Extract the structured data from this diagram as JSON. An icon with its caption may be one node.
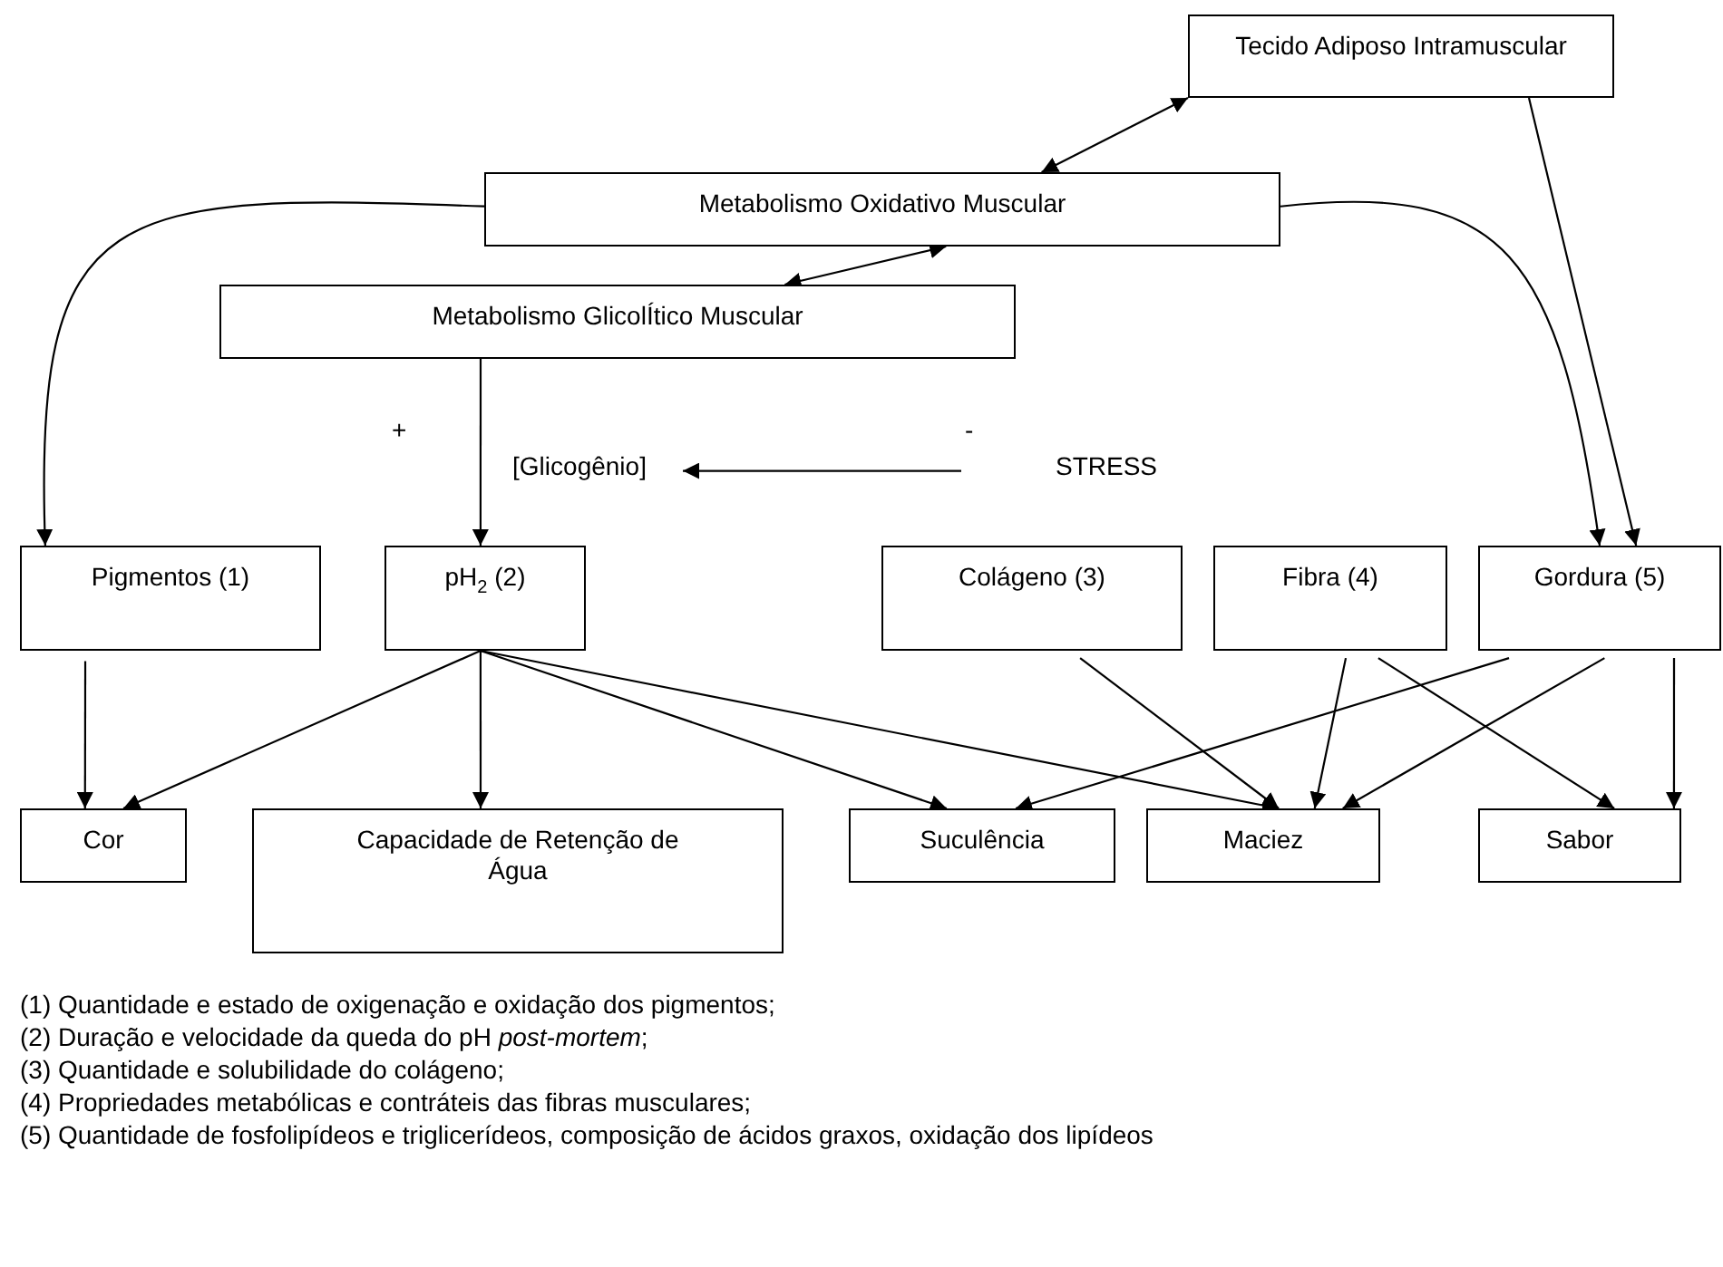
{
  "diagram": {
    "nodes": [
      {
        "text": [
          "Tecido Adiposo Intramuscular"
        ]
      },
      {
        "text": [
          "Metabolismo Oxidativo Muscular"
        ]
      },
      {
        "text": [
          "Metabolismo GlicolÍtico Muscular"
        ]
      },
      {
        "text": [
          "[Glicogênio]"
        ]
      },
      {
        "text": [
          "STRESS"
        ]
      },
      {
        "text": [
          "Pigmentos (1)"
        ]
      },
      {
        "text": [
          "pH$_{2}$ (2)"
        ]
      },
      {
        "text": [
          "Colágeno (3)"
        ]
      },
      {
        "text": [
          "Fibra (4)"
        ]
      },
      {
        "text": [
          "Gordura (5)"
        ]
      },
      {
        "text": [
          "Cor"
        ]
      },
      {
        "text": [
          "Capacidade de Retenção de Água"
        ]
      },
      {
        "text": [
          "Suculência"
        ]
      },
      {
        "text": [
          "Maciez"
        ]
      },
      {
        "text": [
          "Sabor"
        ]
      }
    ],
    "edges": [
      {
        "from": 1,
        "to": 0,
        "arrow": "both"
      },
      {
        "from": 2,
        "to": 1,
        "arrow": "both"
      },
      {
        "from": 1,
        "to": 5,
        "arrow": "to"
      },
      {
        "from": 1,
        "to": 9,
        "arrow": "to"
      },
      {
        "from": 0,
        "to": 9,
        "arrow": "to"
      },
      {
        "from": 2,
        "to": 6,
        "arrow": "to"
      },
      {
        "from": 4,
        "to": 3,
        "arrow": "to"
      },
      {
        "from": 5,
        "to": 10,
        "arrow": "to"
      },
      {
        "from": 6,
        "to": 10,
        "arrow": "to"
      },
      {
        "from": 6,
        "to": 11,
        "arrow": "to"
      },
      {
        "from": 6,
        "to": 12,
        "arrow": "to"
      },
      {
        "from": 6,
        "to": 13,
        "arrow": "to"
      },
      {
        "from": 7,
        "to": 13,
        "arrow": "to"
      },
      {
        "from": 8,
        "to": 13,
        "arrow": "to"
      },
      {
        "from": 8,
        "to": 14,
        "arrow": "to"
      },
      {
        "from": 9,
        "to": 12,
        "arrow": "to"
      },
      {
        "from": 9,
        "to": 13,
        "arrow": "to"
      },
      {
        "from": 9,
        "to": 14,
        "arrow": "to"
      }
    ],
    "labels": [
      "+",
      "-",
      "(1) Quantidade e estado de oxigenação e oxidação dos pigmentos;",
      "(2) Duração e velocidade da queda do pH *post-mortem*;",
      "(3) Quantidade e solubilidade do colágeno;",
      "(4) Propriedades metabólicas e contráteis das fibras musculares;",
      "(5) Quantidade de fosfolipídeos e triglicerídeos, composição de ácidos graxos, oxidação dos lipídeos"
    ]
  }
}
